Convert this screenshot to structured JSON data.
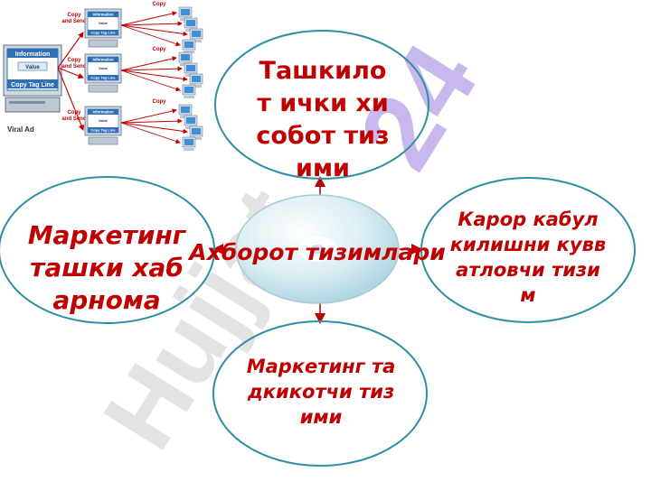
{
  "watermark": {
    "text": "Hujjat 24",
    "color": "#e3e3e3"
  },
  "center": {
    "label": "Ахборот тизимлари"
  },
  "nodes": {
    "top": {
      "label": "Ташкилот ички хисобот тизими"
    },
    "left": {
      "label": "Маркетинг ташки хабарнома"
    },
    "right": {
      "label": "Карор кабул килишни кувватловчи тизим"
    },
    "bottom": {
      "label": "Маркетинг тадкикотчи тизими"
    }
  },
  "viral_network": {
    "source": {
      "title": "Information",
      "field": "Value",
      "footer": "Copy Tag Line",
      "caption": "Viral Ad"
    },
    "hubs": [
      {
        "title": "Information",
        "field": "Value",
        "footer": "Copy Tag Line",
        "link_label": "Copy and Send"
      },
      {
        "title": "Information",
        "field": "Value",
        "footer": "Copy Tag Line",
        "link_label": "Copy and Send"
      },
      {
        "title": "Information",
        "field": "Value",
        "footer": "Copy Tag Line",
        "link_label": "Copy and Send"
      }
    ],
    "leaf_label": "Copy"
  },
  "colors": {
    "ellipse_stroke": "#2d8fa3",
    "node_text": "#c00000",
    "arrow": "#c00000",
    "center_fill": "#b9dde8",
    "watermark_purple": "#c9b8ee",
    "monitor_blue": "#2f6fb6"
  }
}
